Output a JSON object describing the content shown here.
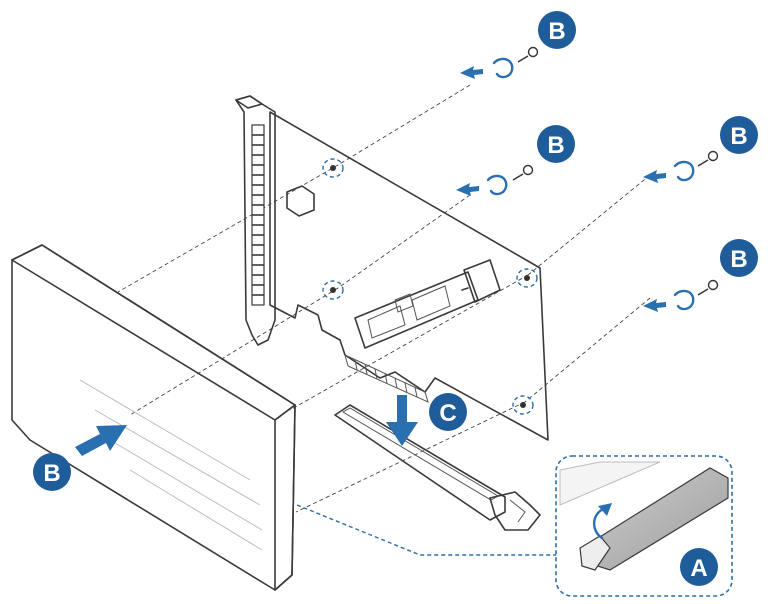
{
  "callouts": {
    "a": "A",
    "b": "B",
    "c": "C"
  },
  "colors": {
    "callout": "#1e5d9a",
    "arrow": "#2a6fb0",
    "line": "#3a3a3a",
    "panel_fill": "#e8e8e8"
  },
  "icons": [
    "screw-icon",
    "rotate-arrow-icon",
    "push-arrow-icon",
    "peel-arrow-icon"
  ]
}
